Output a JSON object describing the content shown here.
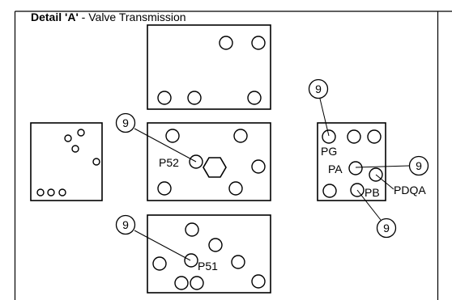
{
  "title": {
    "bold": "Detail 'A'",
    "rest": " - Valve Transmission"
  },
  "labels": {
    "p52": "P52",
    "p51": "P51",
    "pg": "PG",
    "pa": "PA",
    "pb": "PB",
    "pdqa": "PDQA"
  },
  "callouts": {
    "c1": "9",
    "c2": "9",
    "c3": "9",
    "c4": "9",
    "c5": "9"
  },
  "colors": {
    "line": "#000000",
    "background": "#ffffff"
  }
}
